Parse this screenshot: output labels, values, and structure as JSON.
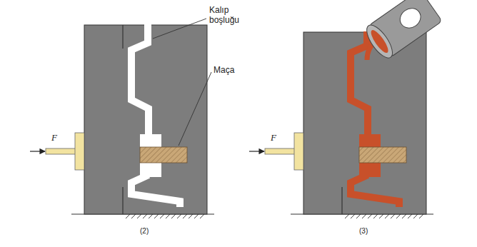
{
  "diagram": {
    "labels": [
      "Kalıp boşluğu",
      "Maça",
      "F",
      "F",
      "(2)",
      "(3)"
    ]
  }
}
